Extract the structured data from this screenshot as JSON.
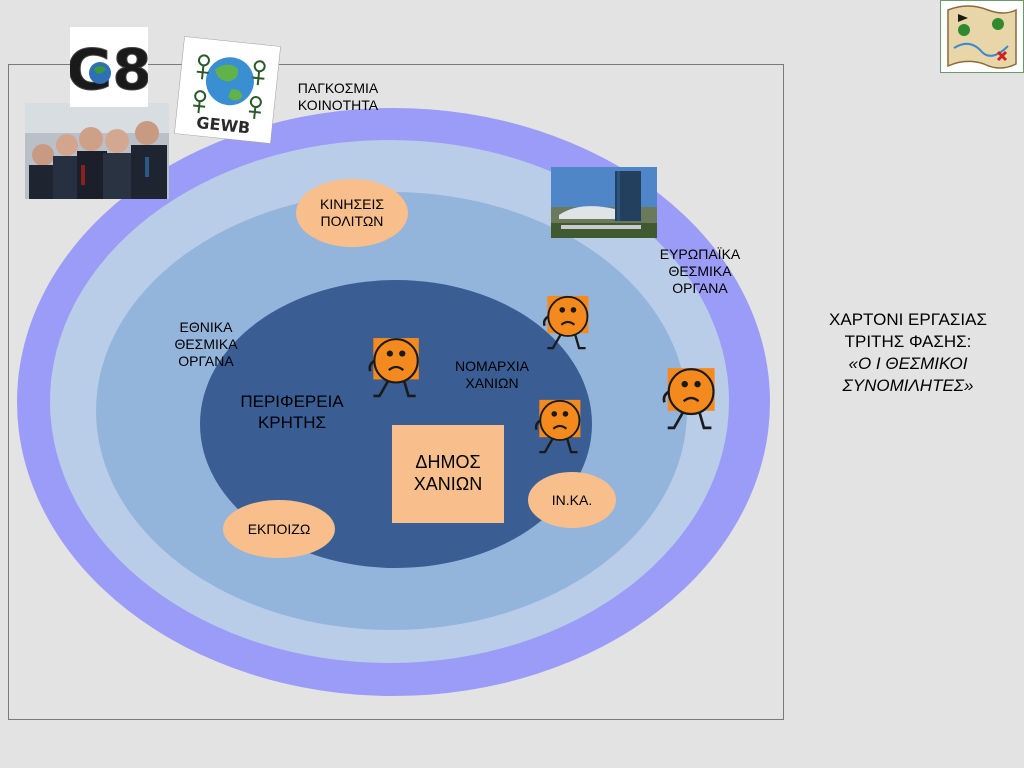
{
  "diagram": {
    "global_community": "ΠΑΓΚΟΣΜΙΑ\nΚΟΙΝΟΤΗΤΑ",
    "citizens_movements": "ΚΙΝΗΣΕΙΣ\nΠΟΛΙΤΩΝ",
    "european_bodies": "ΕΥΡΩΠΑΪΚΑ\nΘΕΣΜΙΚΑ\nΟΡΓΑΝΑ",
    "national_bodies": "ΕΘΝΙΚΑ\nΘΕΣΜΙΚΑ\nΟΡΓΑΝΑ",
    "prefecture": "ΝΟΜΑΡΧΙΑ\nΧΑΝΙΩΝ",
    "region": "ΠΕΡΙΦΕΡΕΙΑ\nΚΡΗΤΗΣ",
    "municipality": "ΔΗΜΟΣ\nΧΑΝΙΩΝ",
    "inka": "ΙΝ.ΚΑ.",
    "ekpoizo": "ΕΚΠΟΙΖΩ"
  },
  "logos": {
    "g8": "G8",
    "gewb": "GEWB"
  },
  "worksheet": {
    "line1": "ΧΑΡΤΟΝΙ ΕΡΓΑΣΙΑΣ",
    "line2": "ΤΡΙΤΗΣ ΦΑΣΗΣ:",
    "line3": "«Ο Ι ΘΕΣΜΙΚΟΙ",
    "line4": "ΣΥΝΟΜΙΛΗΤΕΣ»"
  },
  "colors": {
    "outer_ring": "#9a9cf8",
    "second_ring": "#b9cde8",
    "third_ring": "#94b5db",
    "core": "#3a5d93",
    "peach": "#f8bf8c",
    "face_orange": "#f48a1e"
  }
}
